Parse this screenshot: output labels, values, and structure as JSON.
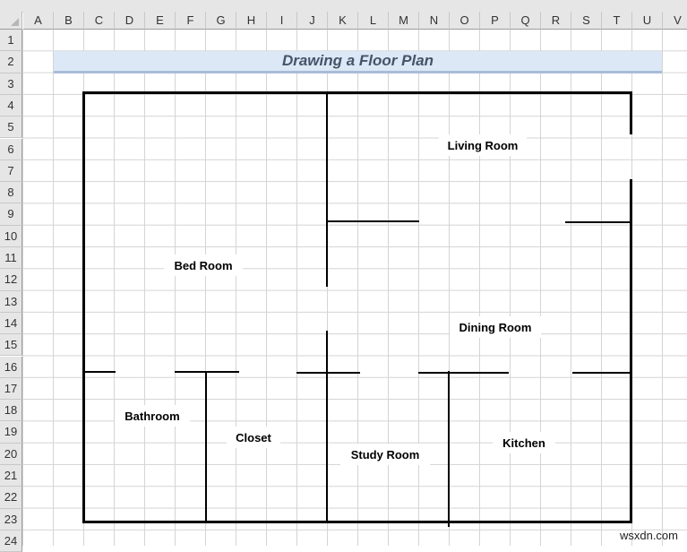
{
  "spreadsheet": {
    "columns": [
      "A",
      "B",
      "C",
      "D",
      "E",
      "F",
      "G",
      "H",
      "I",
      "J",
      "K",
      "L",
      "M",
      "N",
      "O",
      "P",
      "Q",
      "R",
      "S",
      "T",
      "U",
      "V"
    ],
    "rows": [
      "1",
      "2",
      "3",
      "4",
      "5",
      "6",
      "7",
      "8",
      "9",
      "10",
      "11",
      "12",
      "13",
      "14",
      "15",
      "16",
      "17",
      "18",
      "19",
      "20",
      "21",
      "22",
      "23",
      "24"
    ]
  },
  "title": "Drawing a Floor Plan",
  "floor_plan": {
    "wall_color": "#000000",
    "rooms": [
      {
        "id": "living-room",
        "label": "Living Room"
      },
      {
        "id": "bed-room",
        "label": "Bed Room"
      },
      {
        "id": "dining-room",
        "label": "Dining Room"
      },
      {
        "id": "bathroom",
        "label": "Bathroom"
      },
      {
        "id": "closet",
        "label": "Closet"
      },
      {
        "id": "study-room",
        "label": "Study Room"
      },
      {
        "id": "kitchen",
        "label": "Kitchen"
      }
    ]
  },
  "colors": {
    "title_band": "#dce8f5",
    "title_text": "#44546a",
    "title_underline": "#a8bcd8",
    "gridline": "#d4d4d4",
    "header_bg": "#e6e6e6"
  },
  "watermark": "wsxdn.com"
}
